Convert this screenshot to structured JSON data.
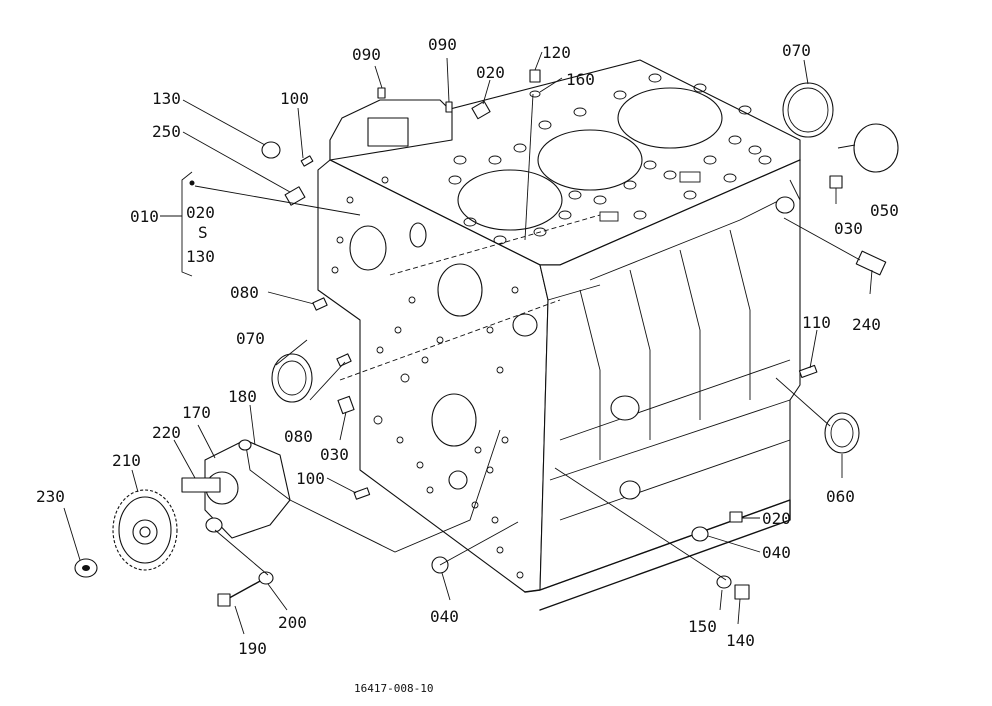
{
  "figure_code": "16417-008-10",
  "labels": {
    "l010": "010",
    "l020a": "020",
    "l020b": "020",
    "l020c": "020",
    "l030a": "030",
    "l030b": "030",
    "l040a": "040",
    "l040b": "040",
    "l050": "050",
    "l060": "060",
    "l070a": "070",
    "l070b": "070",
    "l080a": "080",
    "l080b": "080",
    "l090a": "090",
    "l090b": "090",
    "l100a": "100",
    "l100b": "100",
    "l110": "110",
    "l120": "120",
    "l130a": "130",
    "l130b": "130",
    "l140": "140",
    "l150": "150",
    "l160": "160",
    "l170": "170",
    "l180": "180",
    "l190": "190",
    "l200": "200",
    "l210": "210",
    "l220": "220",
    "l230": "230",
    "l240": "240",
    "l250": "250",
    "range_mark": "S"
  }
}
